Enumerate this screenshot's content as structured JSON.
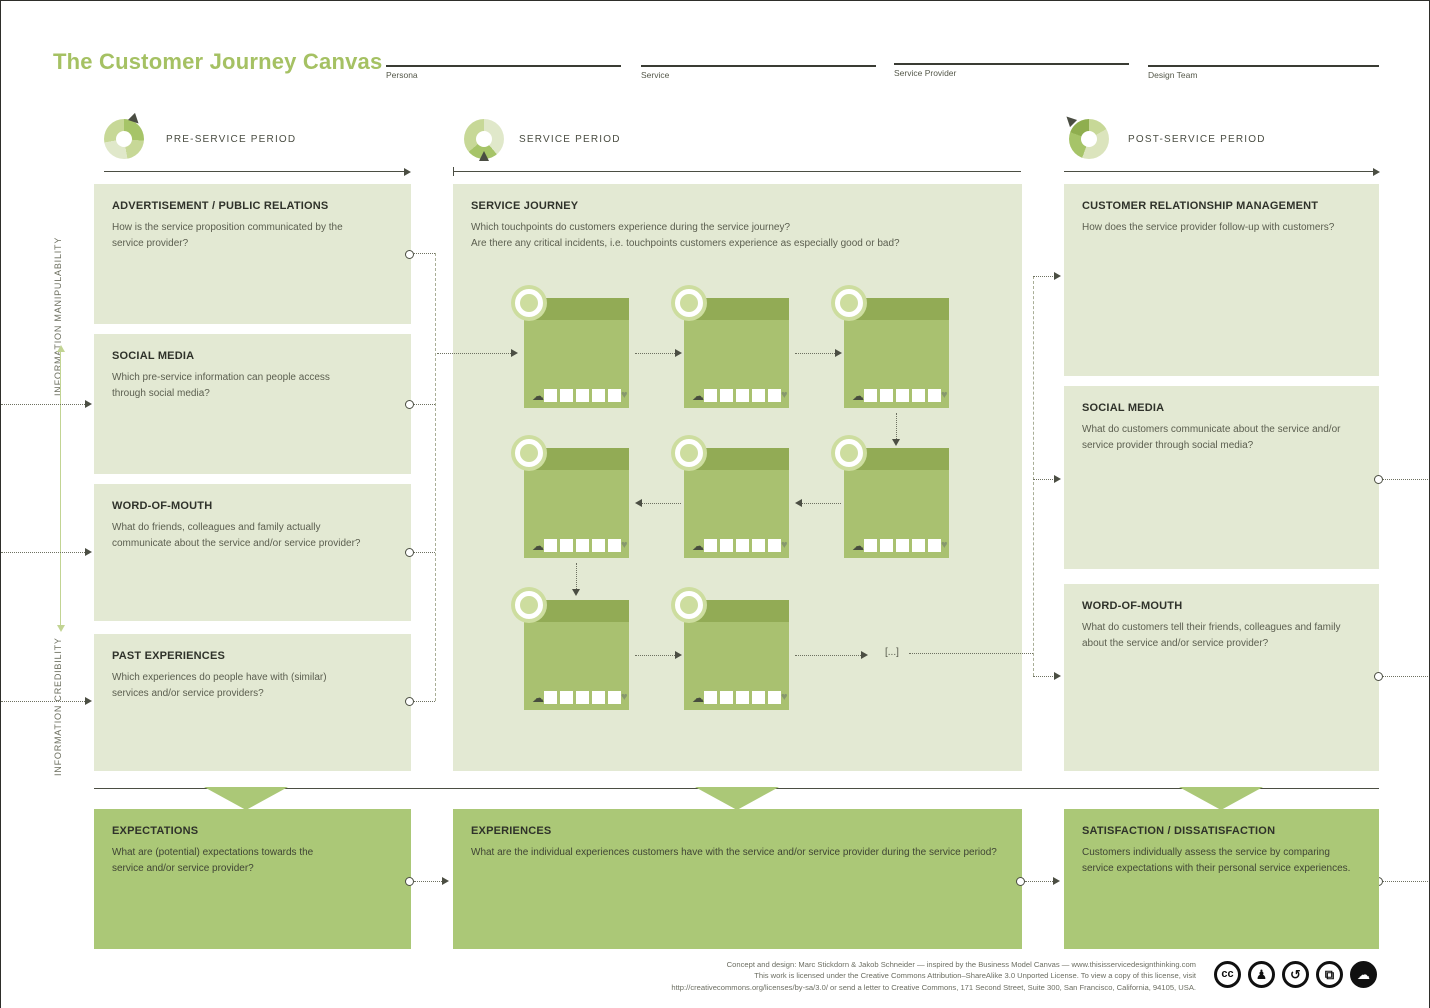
{
  "title": "The Customer Journey Canvas",
  "header_fields": [
    {
      "label": "Persona"
    },
    {
      "label": "Service"
    },
    {
      "label": "Service Provider"
    },
    {
      "label": "Design Team"
    }
  ],
  "periods": [
    {
      "label": "PRE-SERVICE PERIOD"
    },
    {
      "label": "SERVICE PERIOD"
    },
    {
      "label": "POST-SERVICE PERIOD"
    }
  ],
  "axis": {
    "top": "INFORMATION MANIPULABILITY",
    "bottom": "INFORMATION CREDIBILITY"
  },
  "pre_boxes": [
    {
      "title": "ADVERTISEMENT / PUBLIC RELATIONS",
      "desc": "How is the service proposition communicated by the service provider?"
    },
    {
      "title": "SOCIAL MEDIA",
      "desc": "Which pre-service information can people access through social media?"
    },
    {
      "title": "WORD-OF-MOUTH",
      "desc": "What do friends, colleagues and family actually communicate about the service and/or service provider?"
    },
    {
      "title": "PAST EXPERIENCES",
      "desc": "Which experiences do people have with (similar) services and/or service providers?"
    }
  ],
  "journey": {
    "title": "SERVICE JOURNEY",
    "desc_line1": "Which touchpoints do customers experience during the service journey?",
    "desc_line2": "Are there any critical incidents, i.e. touchpoints customers experience as especially good or bad?",
    "ellipsis": "[...]"
  },
  "post_boxes": [
    {
      "title": "CUSTOMER RELATIONSHIP MANAGEMENT",
      "desc": "How does the service provider follow-up with customers?"
    },
    {
      "title": "SOCIAL MEDIA",
      "desc": "What do customers communicate about the service and/or service provider through social media?"
    },
    {
      "title": "WORD-OF-MOUTH",
      "desc": "What do customers tell their friends, colleagues and family about the service and/or service provider?"
    }
  ],
  "bottom_boxes": [
    {
      "title": "EXPECTATIONS",
      "desc": "What are (potential) expectations towards the service and/or service provider?"
    },
    {
      "title": "EXPERIENCES",
      "desc": "What are the individual experiences customers have with the service and/or service provider during the service period?"
    },
    {
      "title": "SATISFACTION / DISSATISFACTION",
      "desc": "Customers individually assess the service by comparing service expectations with their personal service experiences."
    }
  ],
  "footer": {
    "lines": [
      "Concept and design: Marc Stickdorn & Jakob Schneider — inspired by the Business Model Canvas — www.thisisservicedesignthinking.com",
      "This work is licensed under the Creative Commons Attribution–ShareAlike 3.0 Unported License. To view a copy of this license, visit",
      "http://creativecommons.org/licenses/by-sa/3.0/ or send a letter to Creative Commons, 171 Second Street, Suite 300, San Francisco, California, 94105, USA."
    ],
    "cc_glyphs": {
      "cc": "cc",
      "by": "♟",
      "sa": "↺",
      "copy": "⧉",
      "cloud": "☁"
    }
  },
  "colors": {
    "accent_green": "#a5c163",
    "box_light": "#e3e9d3",
    "box_strong": "#abc877",
    "card_body": "#a9c170",
    "card_header": "#92ab55"
  }
}
